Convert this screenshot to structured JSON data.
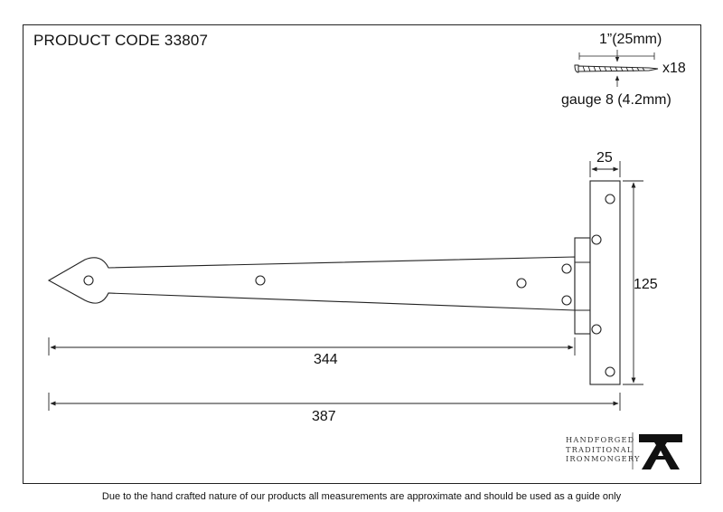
{
  "header": {
    "product_code": "PRODUCT CODE 33807"
  },
  "screw": {
    "length": "1”(25mm)",
    "quantity": "x18",
    "gauge": "gauge 8 (4.2mm)"
  },
  "dimensions": {
    "strap_width": "25",
    "strap_height": "125",
    "inner_length": "344",
    "overall_length": "387"
  },
  "brand": {
    "lines": [
      "HANDFORGED",
      "TRADITIONAL",
      "IRONMONGERY"
    ],
    "logo_mark": "anvil-logo"
  },
  "footer": {
    "disclaimer": "Due to the hand crafted nature of our products all measurements are approximate and should be used as a guide only"
  },
  "colors": {
    "line": "#222222",
    "background": "#ffffff"
  }
}
